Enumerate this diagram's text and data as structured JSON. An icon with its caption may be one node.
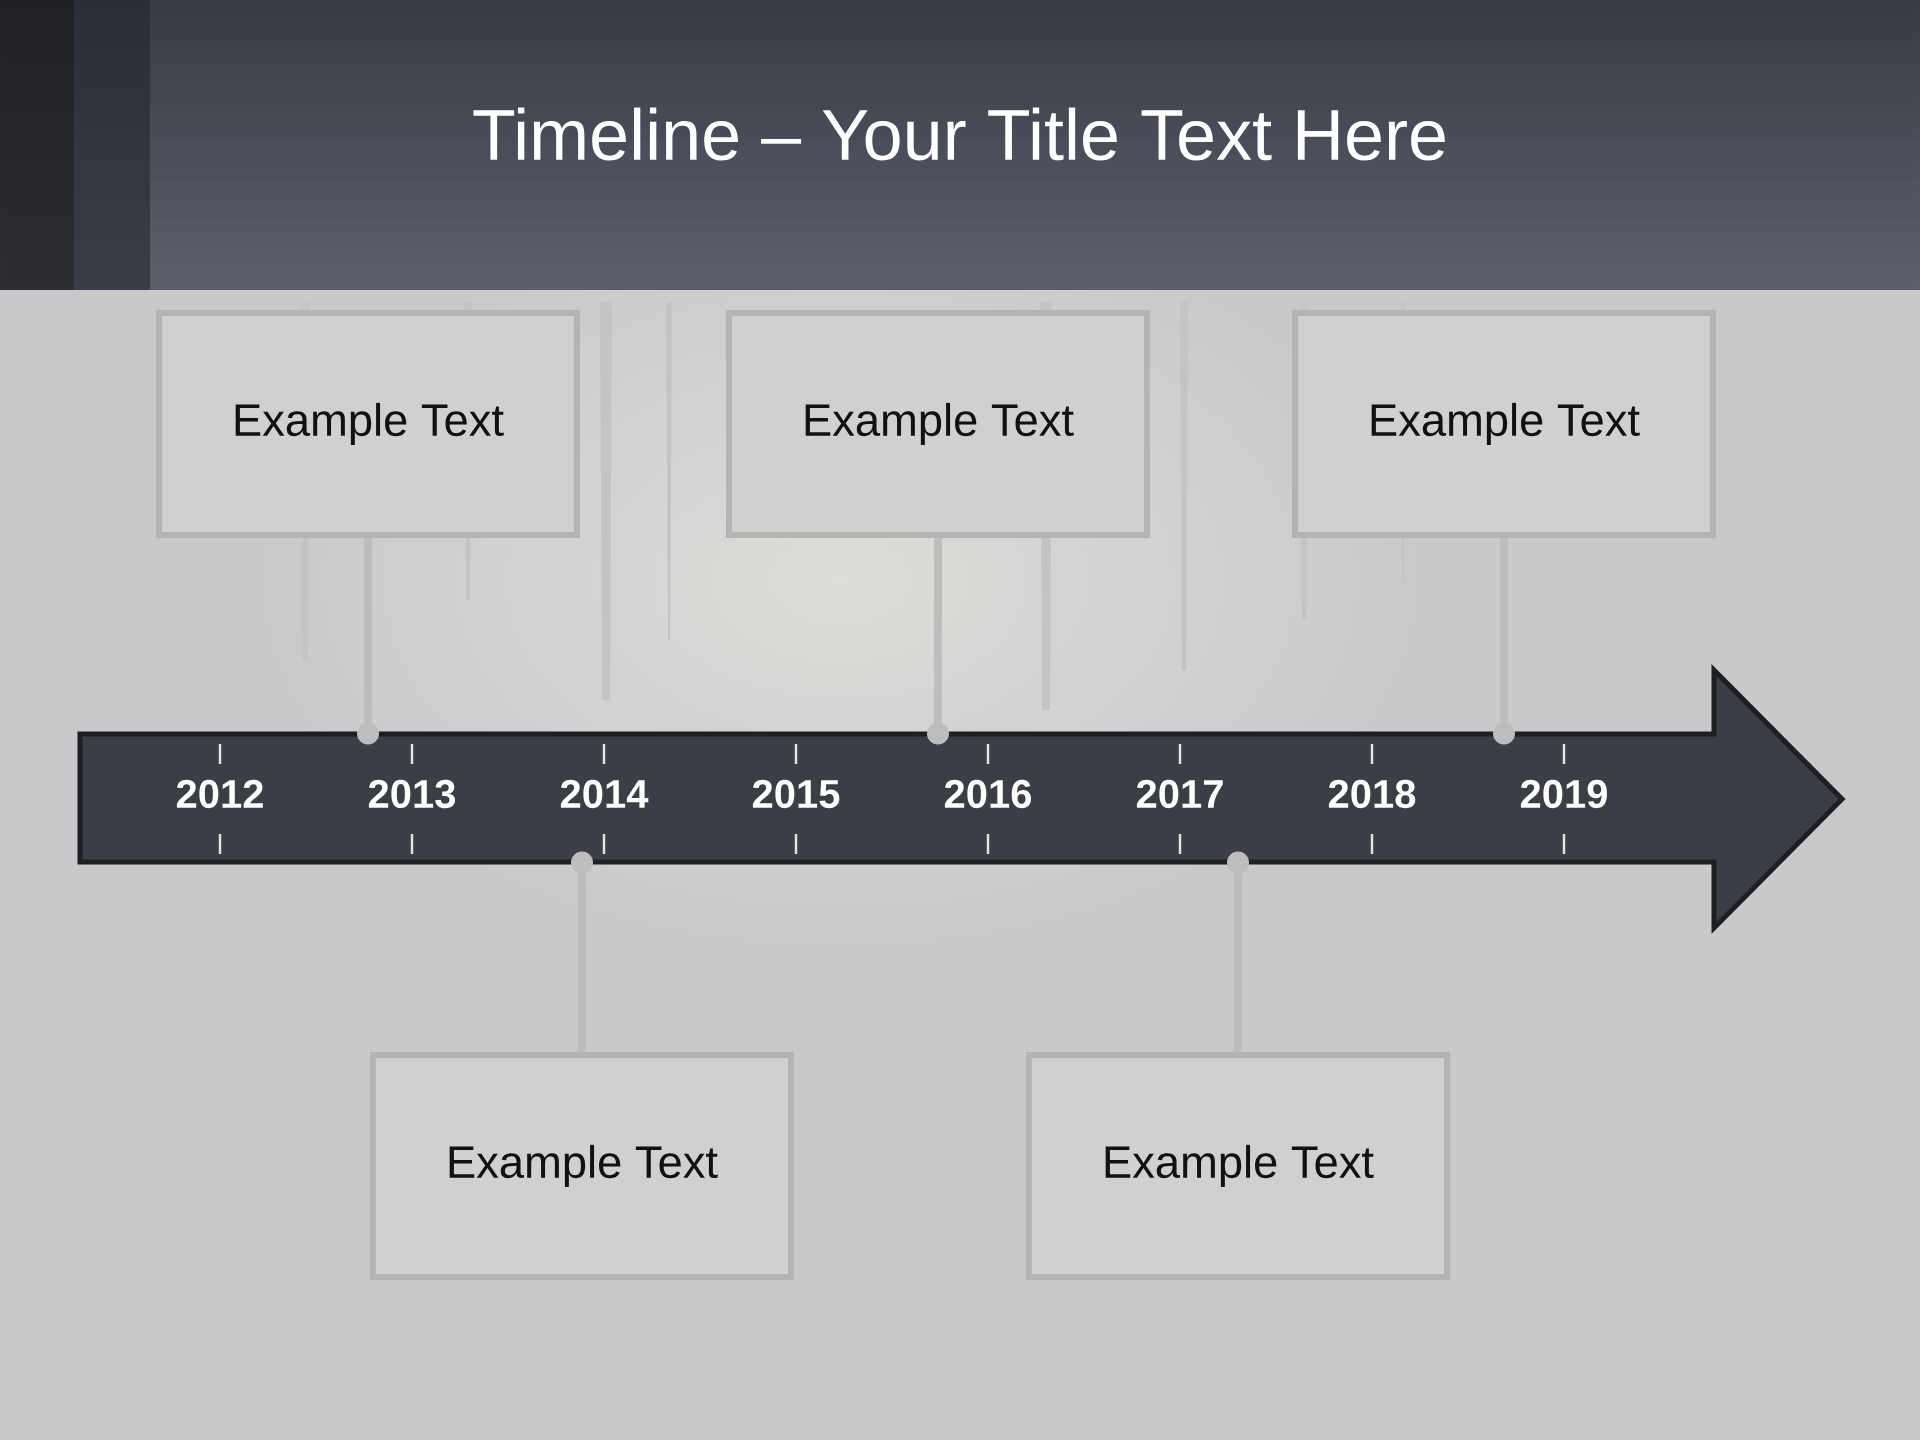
{
  "diagram": {
    "title": "Timeline – Your Title Text Here",
    "nodes": [
      {
        "text": [
          "Example Text"
        ]
      },
      {
        "text": [
          "Example Text"
        ]
      },
      {
        "text": [
          "Example Text"
        ]
      },
      {
        "text": [
          "2012",
          "2013",
          "2014",
          "2015",
          "2016",
          "2017",
          "2018",
          "2019"
        ]
      },
      {
        "text": [
          "Example Text"
        ]
      },
      {
        "text": [
          "Example Text"
        ]
      }
    ],
    "edges": [
      {
        "from": 0,
        "to": 3,
        "arrow": "other"
      },
      {
        "from": 1,
        "to": 3,
        "arrow": "other"
      },
      {
        "from": 2,
        "to": 3,
        "arrow": "other"
      },
      {
        "from": 4,
        "to": 3,
        "arrow": "other"
      },
      {
        "from": 5,
        "to": 3,
        "arrow": "other"
      }
    ]
  }
}
